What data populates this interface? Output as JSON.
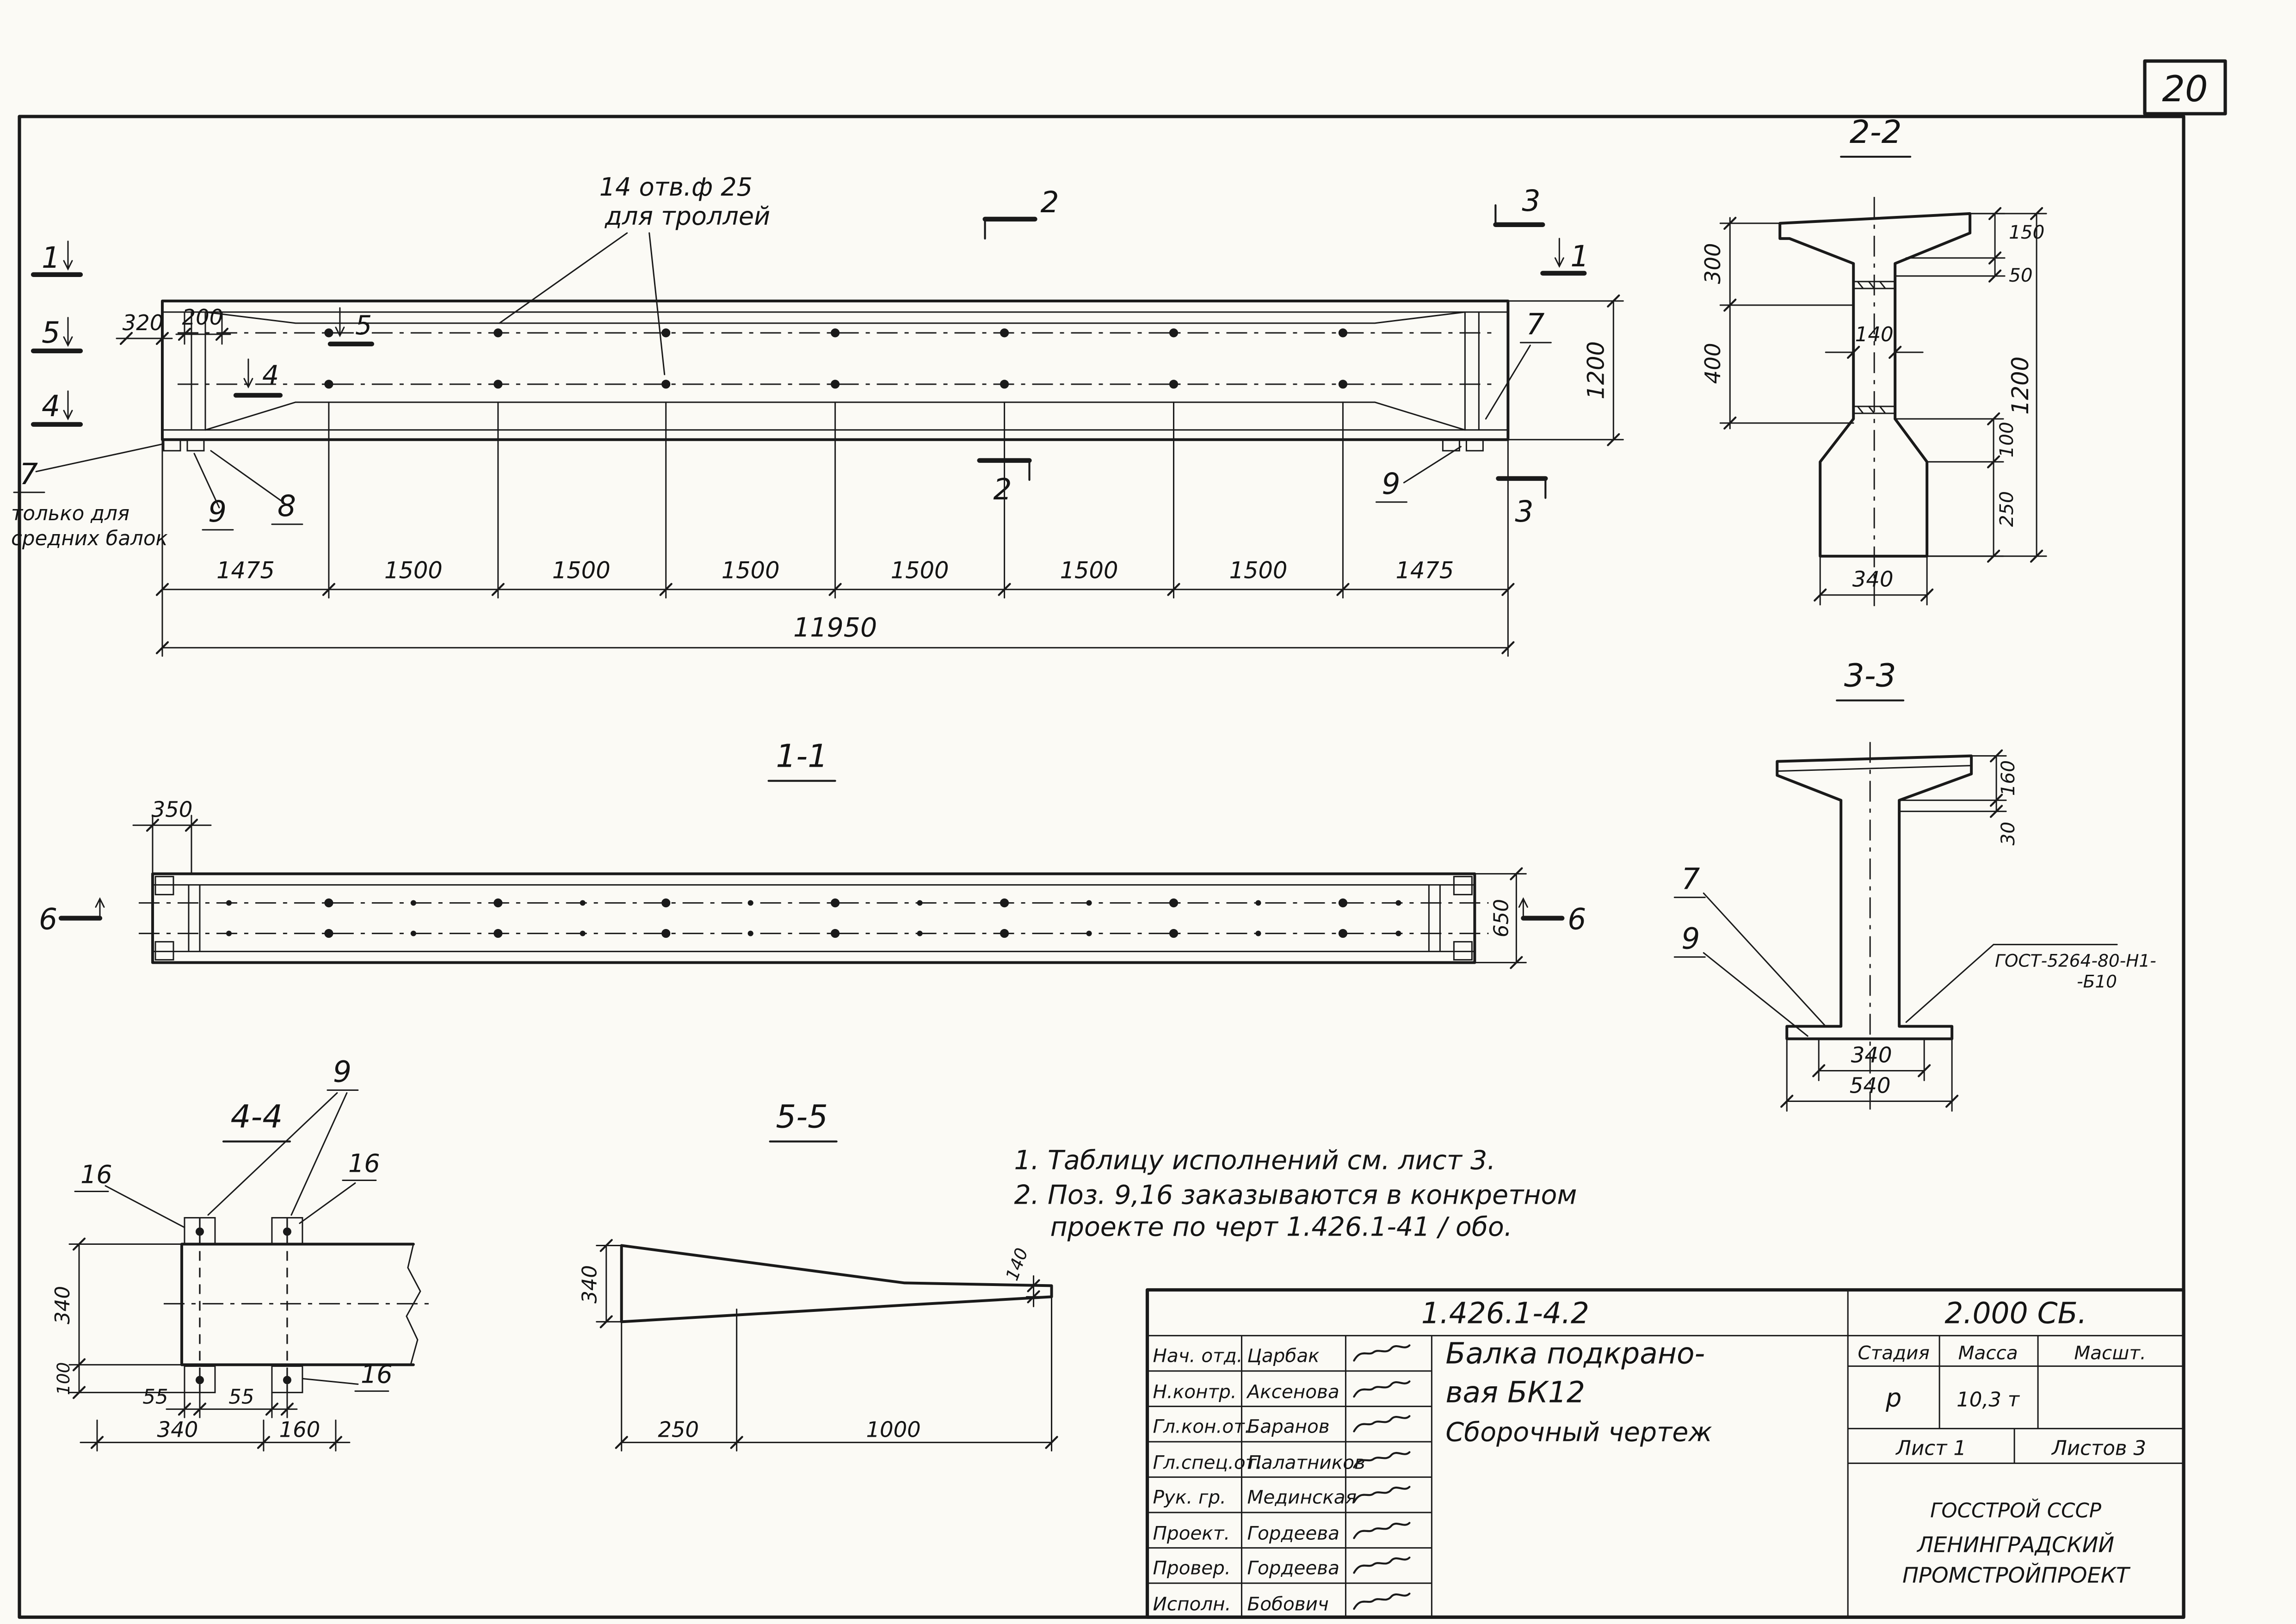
{
  "page": {
    "number": "20"
  },
  "main_view": {
    "callout1": "14 отв.ф 25",
    "callout2": "для троллей",
    "sec1": "1",
    "sec2": "2",
    "sec3": "3",
    "sec4": "4",
    "sec5": "5",
    "pos7": "7",
    "pos8": "8",
    "pos9": "9",
    "note7_1": "только для",
    "note7_2": "средних балок",
    "dim320": "320",
    "dim200": "200",
    "dims_bottom": [
      "1475",
      "1500",
      "1500",
      "1500",
      "1500",
      "1500",
      "1500",
      "1475"
    ],
    "dim_total": "11950",
    "dim_height": "1200"
  },
  "section22": {
    "title": "2-2",
    "dim300": "300",
    "dim400": "400",
    "dim140": "140",
    "dim1200": "1200",
    "dim150": "150",
    "dim50": "50",
    "dim100": "100",
    "dim250": "250",
    "dim340": "340"
  },
  "section11": {
    "title": "1-1",
    "dim350": "350",
    "dim650": "650",
    "sec6": "6"
  },
  "section33": {
    "title": "3-3",
    "dim160": "160",
    "dim30": "30",
    "dim340": "340",
    "dim540": "540",
    "pos7": "7",
    "pos9": "9",
    "gost1": "ГОСТ-5264-80-Н1-",
    "gost2": "-Б10"
  },
  "section44": {
    "title": "4-4",
    "pos9": "9",
    "pos16": "16",
    "dim340side": "340",
    "dim100": "100",
    "dim55a": "55",
    "dim55b": "55",
    "dim340": "340",
    "dim160": "160"
  },
  "section55": {
    "title": "5-5",
    "dim340": "340",
    "dim140": "140",
    "dim250": "250",
    "dim1000": "1000"
  },
  "notes": {
    "line1": "1. Таблицу исполнений  см. лист 3.",
    "line2": "2. Поз. 9,16 заказываются в конкретном",
    "line3": "проекте по черт 1.426.1-41 / обо."
  },
  "title_block": {
    "doc_number": "1.426.1-4.2",
    "doc_code": "2.000 СБ.",
    "rows": [
      {
        "role": "Нач. отд.",
        "name": "Царбак"
      },
      {
        "role": "Н.контр.",
        "name": "Аксенова"
      },
      {
        "role": "Гл.кон.от.",
        "name": "Баранов"
      },
      {
        "role": "Гл.спец.от.",
        "name": "Палатников"
      },
      {
        "role": "Рук. гр.",
        "name": "Мединская"
      },
      {
        "role": "Проект.",
        "name": "Гордеева"
      },
      {
        "role": "Провер.",
        "name": "Гордеева"
      },
      {
        "role": "Исполн.",
        "name": "Бобович"
      }
    ],
    "title1": "Балка подкрано-",
    "title2": "вая БК12",
    "title3": "Сборочный чертеж",
    "stage_header": "Стадия",
    "mass_header": "Масса",
    "scale_header": "Масшт.",
    "stage": "р",
    "mass": "10,3 т",
    "sheet": "Лист 1",
    "sheets": "Листов 3",
    "org1": "ГОССТРОЙ СССР",
    "org2": "ЛЕНИНГРАДСКИЙ",
    "org3": "ПРОМСТРОЙПРОЕКТ"
  }
}
